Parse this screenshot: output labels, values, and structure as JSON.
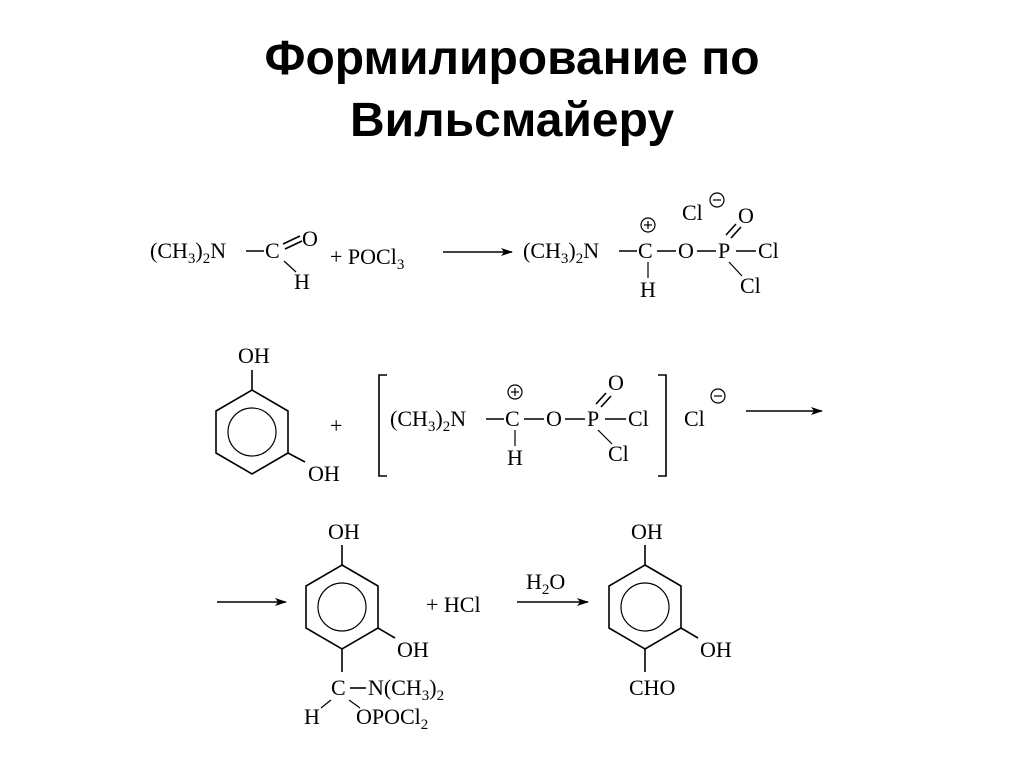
{
  "title": {
    "line1": "Формилирование по",
    "line2": "Вильсмайеру"
  },
  "labels": {
    "dmf_group": "(CH",
    "sub_3": "3",
    "sub_2": "2",
    "n": "N",
    "n_close": ")",
    "c": "C",
    "o": "O",
    "h": "H",
    "p": "P",
    "cl": "Cl",
    "oh": "OH",
    "plus": "+",
    "plus_pocl": "+ POCl",
    "plus_hcl": "+ HCl",
    "h2o_h": "H",
    "h2o_o": "O",
    "cho": "CHO",
    "ndime": "N(CH",
    "opocl": "OPOCl"
  }
}
